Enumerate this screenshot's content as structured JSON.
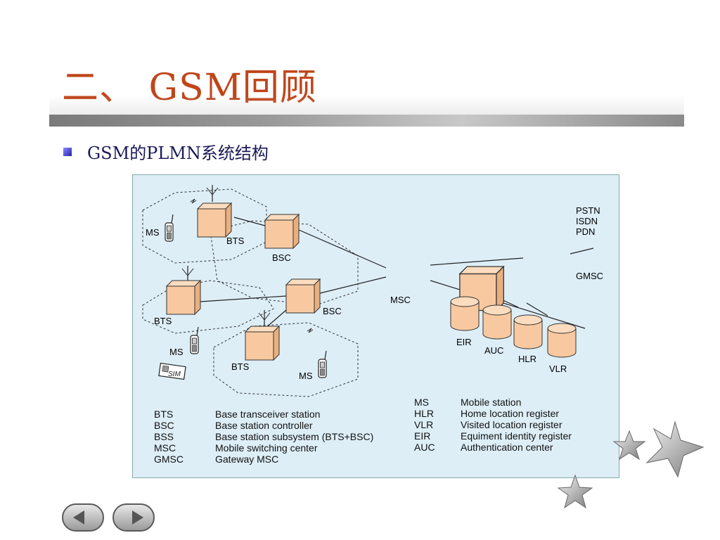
{
  "slide": {
    "title": "二、 GSM回顾",
    "bullet": "GSM的PLMN系统结构"
  },
  "diagram": {
    "nodes": {
      "bts_top": "BTS",
      "bsc_top": "BSC",
      "bts_mid": "BTS",
      "bsc_mid": "BSC",
      "bts_low": "BTS",
      "msc": "MSC",
      "gmsc": "GMSC",
      "ms_top": "MS",
      "ms_mid": "MS",
      "ms_low": "MS",
      "sim": "SIM",
      "eir": "EIR",
      "auc": "AUC",
      "hlr": "HLR",
      "vlr": "VLR",
      "ext_networks": [
        "PSTN",
        "ISDN",
        "PDN"
      ]
    },
    "legend_left": [
      {
        "abbr": "BTS",
        "desc": "Base transceiver station"
      },
      {
        "abbr": "BSC",
        "desc": "Base station controller"
      },
      {
        "abbr": "BSS",
        "desc": "Base station subsystem (BTS+BSC)"
      },
      {
        "abbr": "MSC",
        "desc": "Mobile switching center"
      },
      {
        "abbr": "GMSC",
        "desc": "Gateway MSC"
      }
    ],
    "legend_right": [
      {
        "abbr": "MS",
        "desc": "Mobile station"
      },
      {
        "abbr": "HLR",
        "desc": "Home location register"
      },
      {
        "abbr": "VLR",
        "desc": "Visited location register"
      },
      {
        "abbr": "EIR",
        "desc": "Equiment identity register"
      },
      {
        "abbr": "AUC",
        "desc": "Authentication center"
      }
    ]
  },
  "colors": {
    "title": "#c0451a",
    "box_fill": "#f8c9a0",
    "diagram_bg": "#ddeef7"
  },
  "icons": [
    "prev-arrow-icon",
    "next-arrow-icon",
    "star-icon"
  ]
}
